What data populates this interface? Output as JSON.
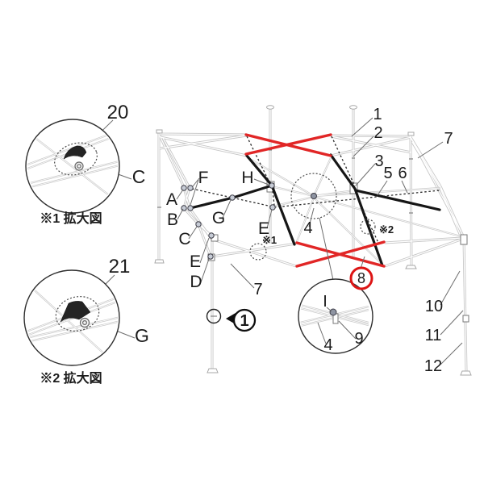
{
  "detail_view_1": {
    "part_number": "20",
    "joint_ref": "C",
    "caption": "※1 拡大図"
  },
  "detail_view_2": {
    "part_number": "21",
    "joint_ref": "G",
    "caption": "※2 拡大図"
  },
  "detail_view_3": {
    "joint_i": "I",
    "part_4": "4",
    "part_9": "9"
  },
  "joint_labels": {
    "a": "A",
    "b": "B",
    "c": "C",
    "d": "D",
    "e_left": "E",
    "e_mid": "E",
    "f": "F",
    "g": "G",
    "h": "H"
  },
  "roof_labels": {
    "center_4": "4",
    "ref_1": "※1",
    "ref_2": "※2"
  },
  "part_numbers": {
    "n1": "1",
    "n2": "2",
    "n3": "3",
    "n5": "5",
    "n6": "6",
    "n7_top": "7",
    "n7_bottom": "7",
    "n8": "8",
    "n10": "10",
    "n11": "11",
    "n12": "12"
  },
  "callout": {
    "badge_1": "1"
  },
  "colors": {
    "highlight": "#e12626",
    "beam": "#161616",
    "frame": "#c5c5c5"
  }
}
